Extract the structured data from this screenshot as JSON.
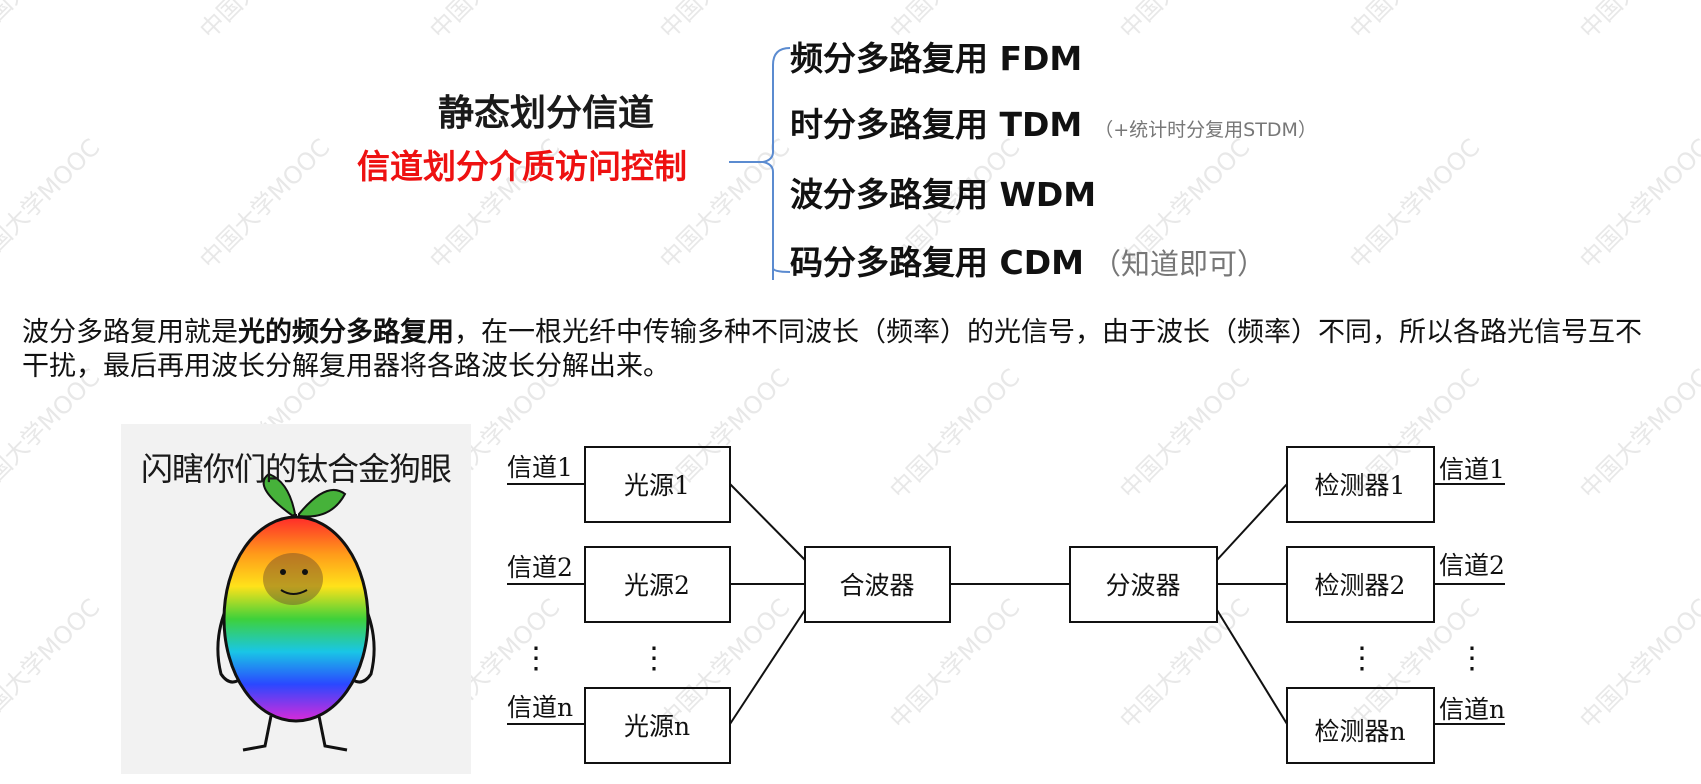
{
  "header": {
    "title": "静态划分信道",
    "subtitle": "信道划分介质访问控制"
  },
  "methods": [
    {
      "label": "频分多路复用 FDM",
      "note": ""
    },
    {
      "label": "时分多路复用 TDM",
      "note": "（+统计时分复用STDM）"
    },
    {
      "label": "波分多路复用 WDM",
      "note": ""
    },
    {
      "label": "码分多路复用 CDM",
      "note": "（知道即可）"
    }
  ],
  "paragraph": {
    "part1": "波分多路复用就是",
    "bold": "光的频分多路复用",
    "part2": "，在一根光纤中传输多种不同波长（频率）的光信号，由于波长（频率）不同，所以各路光信号互不干扰，最后再用波长分解复用器将各路波长分解出来。"
  },
  "meme": {
    "caption": "闪瞎你们的钛合金狗眼"
  },
  "diagram": {
    "left_channels": [
      "信道1",
      "信道2",
      "信道n"
    ],
    "sources": [
      "光源1",
      "光源2",
      "光源n"
    ],
    "multiplexer": "合波器",
    "demultiplexer": "分波器",
    "detectors": [
      "检测器1",
      "检测器2",
      "检测器n"
    ],
    "right_channels": [
      "信道1",
      "信道2",
      "信道n"
    ],
    "ellipsis": "⋮"
  },
  "watermark": {
    "text": "中国大学MOOC"
  },
  "colors": {
    "highlight": "#ee1111",
    "brace": "#5b8bd0",
    "note": "#777777"
  }
}
